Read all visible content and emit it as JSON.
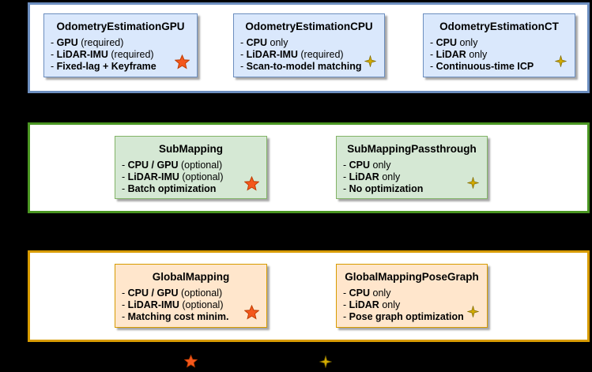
{
  "canvas": {
    "background": "#000000"
  },
  "sections": [
    {
      "id": "odometry-estimation",
      "style": {
        "border": "#6c8ebf",
        "background": "#ffffff",
        "module_fill": "#dae8fc",
        "module_border": "#6c8ebf"
      },
      "modules": [
        {
          "title": "OdometryEstimationGPU",
          "icon": "star",
          "lines": [
            {
              "pre": "- ",
              "b": "GPU",
              "r": " (required)"
            },
            {
              "pre": "- ",
              "b": "LiDAR-IMU",
              "r": " (required)"
            },
            {
              "pre": "- ",
              "b": "Fixed-lag + Keyframe",
              "r": ""
            }
          ]
        },
        {
          "title": "OdometryEstimationCPU",
          "icon": "sparkle",
          "lines": [
            {
              "pre": "- ",
              "b": "CPU",
              "r": " only"
            },
            {
              "pre": "- ",
              "b": "LiDAR-IMU",
              "r": " (required)"
            },
            {
              "pre": "- ",
              "b": "Scan-to-model matching",
              "r": ""
            }
          ]
        },
        {
          "title": "OdometryEstimationCT",
          "icon": "sparkle",
          "lines": [
            {
              "pre": "- ",
              "b": "CPU",
              "r": " only"
            },
            {
              "pre": "- ",
              "b": "LiDAR",
              "r": " only"
            },
            {
              "pre": "- ",
              "b": "Continuous-time ICP",
              "r": ""
            }
          ]
        }
      ]
    },
    {
      "id": "sub-mapping",
      "style": {
        "border": "#4a9622",
        "background": "#ffffff",
        "module_fill": "#d5e8d4",
        "module_border": "#82b366"
      },
      "modules": [
        {
          "title": "SubMapping",
          "icon": "star",
          "lines": [
            {
              "pre": "- ",
              "b": "CPU / GPU",
              "r": " (optional)"
            },
            {
              "pre": "- ",
              "b": "LiDAR-IMU",
              "r": " (optional)"
            },
            {
              "pre": "- ",
              "b": "Batch optimization",
              "r": ""
            }
          ]
        },
        {
          "title": "SubMappingPassthrough",
          "icon": "sparkle",
          "lines": [
            {
              "pre": "- ",
              "b": "CPU",
              "r": " only"
            },
            {
              "pre": "- ",
              "b": "LiDAR",
              "r": " only"
            },
            {
              "pre": "- ",
              "b": "No optimization",
              "r": ""
            }
          ]
        }
      ]
    },
    {
      "id": "global-mapping",
      "style": {
        "border": "#d79b00",
        "background": "#ffffff",
        "module_fill": "#ffe6cc",
        "module_border": "#d79b00"
      },
      "modules": [
        {
          "title": "GlobalMapping",
          "icon": "star",
          "lines": [
            {
              "pre": "- ",
              "b": "CPU / GPU",
              "r": " (optional)"
            },
            {
              "pre": "- ",
              "b": "LiDAR-IMU",
              "r": " (optional)"
            },
            {
              "pre": "- ",
              "b": "Matching cost minim.",
              "r": ""
            }
          ]
        },
        {
          "title": "GlobalMappingPoseGraph",
          "icon": "sparkle",
          "lines": [
            {
              "pre": "- ",
              "b": "CPU",
              "r": " only"
            },
            {
              "pre": "- ",
              "b": "LiDAR",
              "r": " only"
            },
            {
              "pre": "- ",
              "b": "Pose graph optimization",
              "r": ""
            }
          ]
        }
      ]
    }
  ],
  "icons": {
    "star": {
      "fill": "#f4581d",
      "stroke": "#bf3c00"
    },
    "sparkle": {
      "fill": "#d4ac00",
      "stroke": "#806a00"
    }
  },
  "connectors": {
    "color": "#000000"
  },
  "legend": {
    "items": [
      {
        "icon": "star"
      },
      {
        "icon": "sparkle"
      }
    ]
  }
}
